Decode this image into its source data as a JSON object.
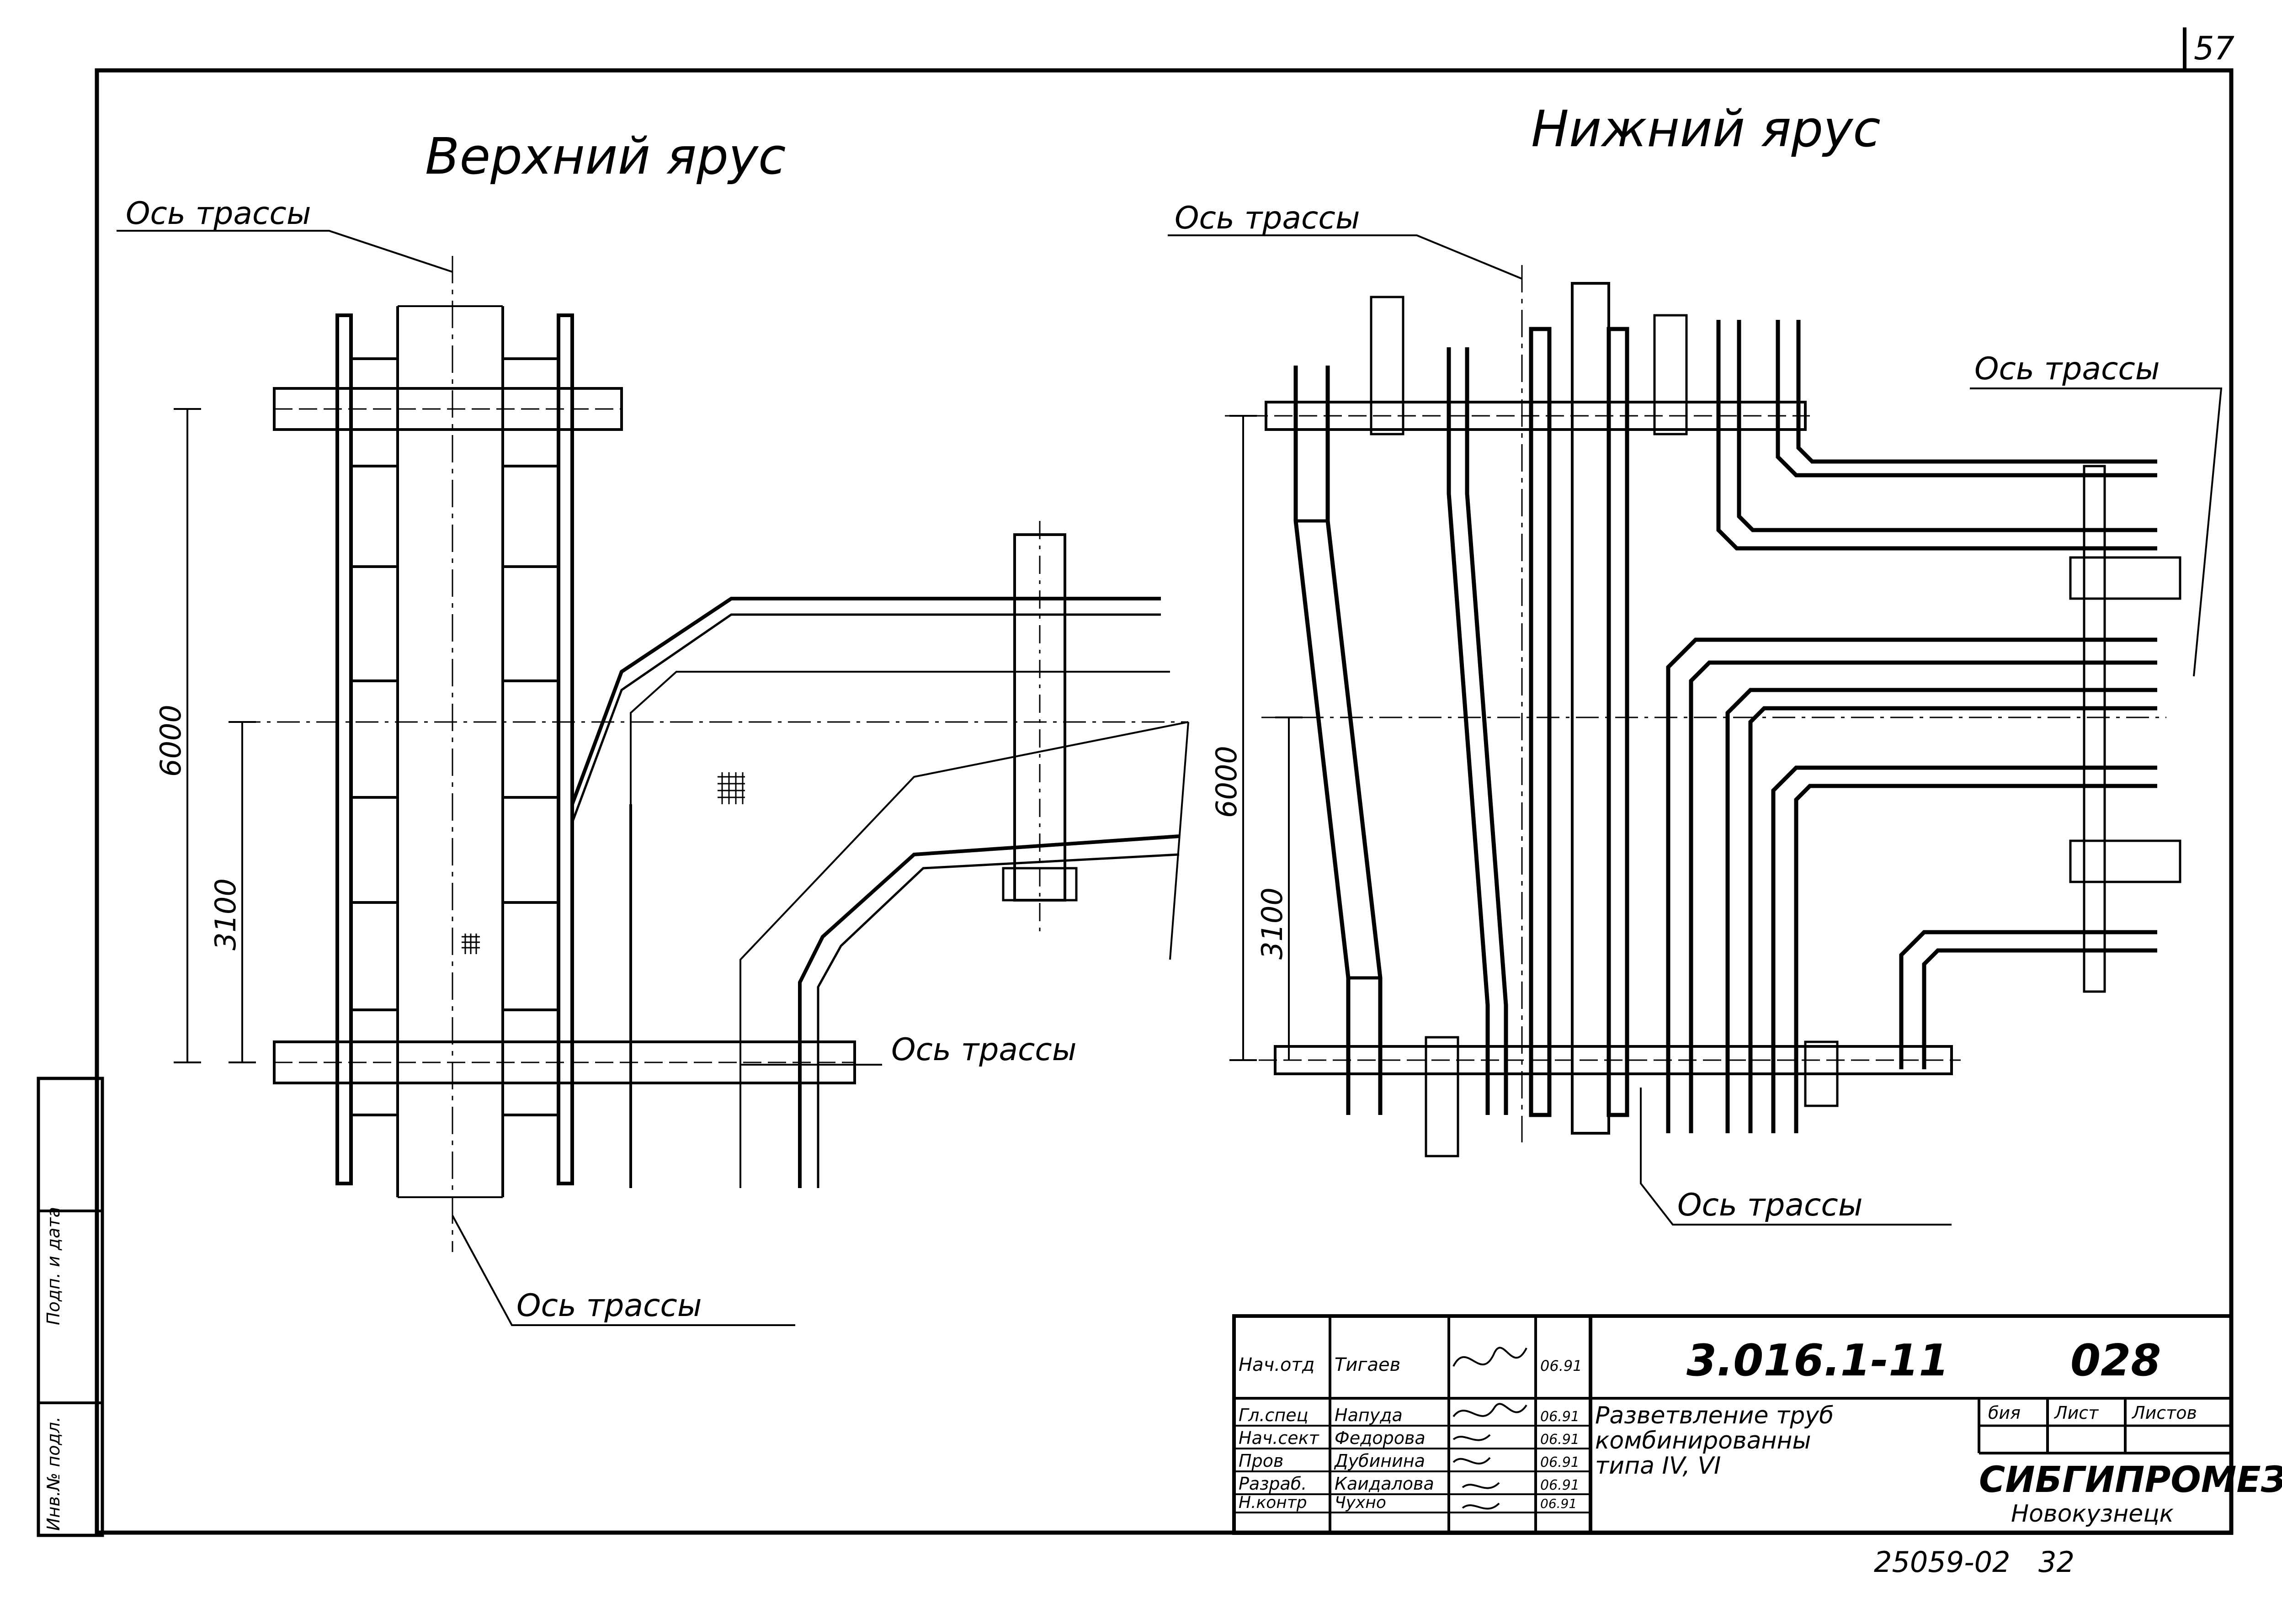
{
  "sheet_number": "57",
  "bottom_code": "25059-02",
  "bottom_page": "32",
  "upper_tier": {
    "title": "Верхний ярус",
    "axis_label_top": "Ось трассы",
    "axis_label_right": "Ось трассы",
    "axis_label_bottom": "Ось трассы",
    "dim_6000": "6000",
    "dim_3100": "3100"
  },
  "lower_tier": {
    "title": "Нижний ярус",
    "axis_label_top": "Ось трассы",
    "axis_label_right": "Ось трассы",
    "axis_label_bottom": "Ось трассы",
    "dim_6000": "6000",
    "dim_3100": "3100"
  },
  "title_block": {
    "doc_code": "3.016.1-11",
    "sheet_code": "028",
    "description_lines": [
      "Разветвление труб",
      "комбинированны",
      "типа IV, VI"
    ],
    "org_name": "СИБГИПРОМЕЗ",
    "org_city": "Новокузнецк",
    "col_headers": [
      "бия",
      "Лист",
      "Листов"
    ],
    "rows": [
      {
        "role": "Нач.отд",
        "name": "Тигаев",
        "date": "06.91"
      },
      {
        "role": "Гл.спец",
        "name": "Напуда",
        "date": "06.91"
      },
      {
        "role": "Нач.сект",
        "name": "Федорова",
        "date": "06.91"
      },
      {
        "role": "Пров",
        "name": "Дубинина",
        "date": "06.91"
      },
      {
        "role": "Разраб.",
        "name": "Каидалова",
        "date": "06.91"
      },
      {
        "role": "Н.контр",
        "name": "Чухно",
        "date": "06.91"
      }
    ]
  },
  "side_stamp": {
    "label_top": "Инв.№ подл.",
    "label_bottom": "Подп. и дата"
  }
}
